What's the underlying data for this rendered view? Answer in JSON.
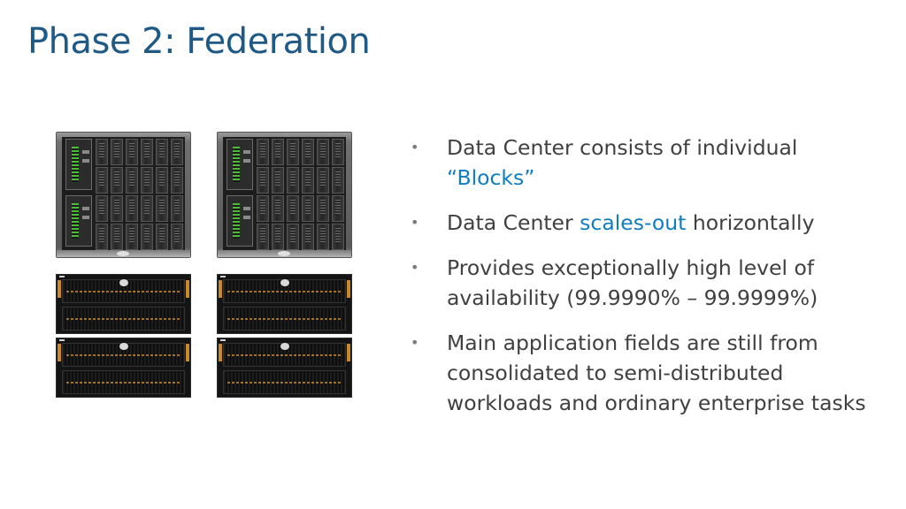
{
  "slide": {
    "title": "Phase 2: Federation"
  },
  "bullets": [
    {
      "marker": "•",
      "before": "Data Center consists of individual",
      "highlight": "“Blocks”",
      "after": ""
    },
    {
      "marker": "•",
      "before": "Data Center ",
      "highlight": "scales-out",
      "after": " horizontally"
    },
    {
      "marker": "•",
      "before": "Provides exceptionally high level of availability (99.9990% – 99.9999%)",
      "highlight": "",
      "after": ""
    },
    {
      "marker": "•",
      "before": "Main application fields are still from consolidated to semi-distributed workloads and ordinary enterprise tasks",
      "highlight": "",
      "after": ""
    }
  ],
  "colors": {
    "title": "#1f5a87",
    "highlight": "#0f7dc2",
    "body_text": "#404040"
  },
  "images": [
    {
      "name": "blade-chassis",
      "count": 2
    },
    {
      "name": "storage-enclosure",
      "count": 4
    }
  ]
}
